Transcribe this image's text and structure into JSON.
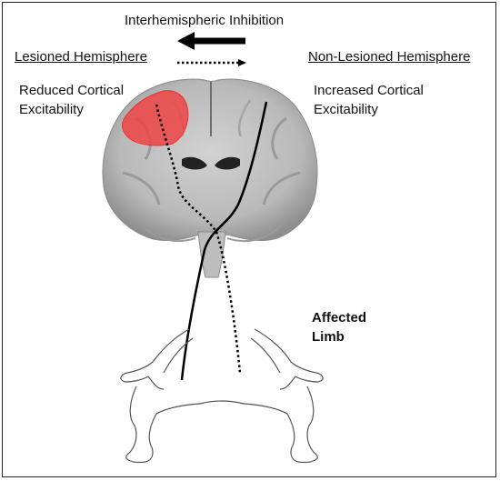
{
  "diagram": {
    "title": "Interhemispheric Inhibition",
    "left_hemisphere_label": "Lesioned Hemisphere",
    "right_hemisphere_label": "Non-Lesioned Hemisphere",
    "left_state_line1": "Reduced Cortical",
    "left_state_line2": "Excitability",
    "right_state_line1": "Increased Cortical",
    "right_state_line2": "Excitability",
    "limb_label_line1": "Affected",
    "limb_label_line2": "Limb",
    "colors": {
      "lesion": "#ee4444",
      "brain_gray": "#b8b8b8",
      "text": "#111111"
    }
  }
}
